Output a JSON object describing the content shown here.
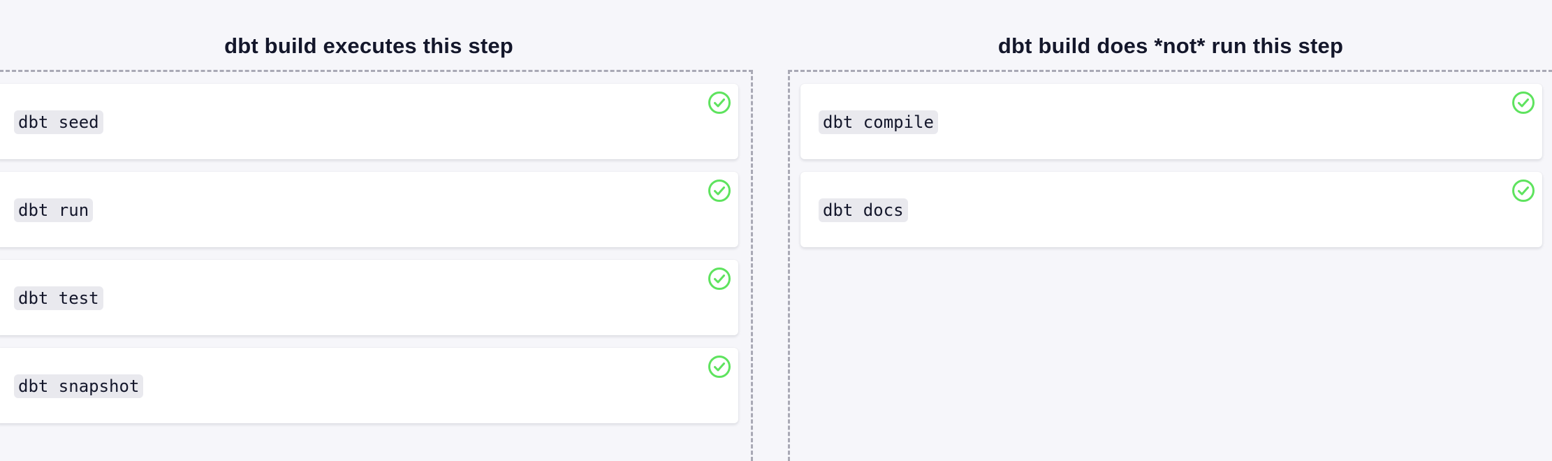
{
  "columns": {
    "left": {
      "title": "dbt build executes this step",
      "items": [
        {
          "label": "dbt seed",
          "status_icon": "check-circle-icon"
        },
        {
          "label": "dbt run",
          "status_icon": "check-circle-icon"
        },
        {
          "label": "dbt test",
          "status_icon": "check-circle-icon"
        },
        {
          "label": "dbt snapshot",
          "status_icon": "check-circle-icon"
        }
      ]
    },
    "right": {
      "title": "dbt build does *not* run this step",
      "items": [
        {
          "label": "dbt compile",
          "status_icon": "check-circle-icon"
        },
        {
          "label": "dbt docs",
          "status_icon": "check-circle-icon"
        }
      ]
    }
  },
  "colors": {
    "background": "#f6f6fa",
    "card": "#ffffff",
    "text": "#14172b",
    "code_chip": "#e9e9ee",
    "dashed_border": "#a9a9b5",
    "correct_check": "#5ee35e"
  }
}
